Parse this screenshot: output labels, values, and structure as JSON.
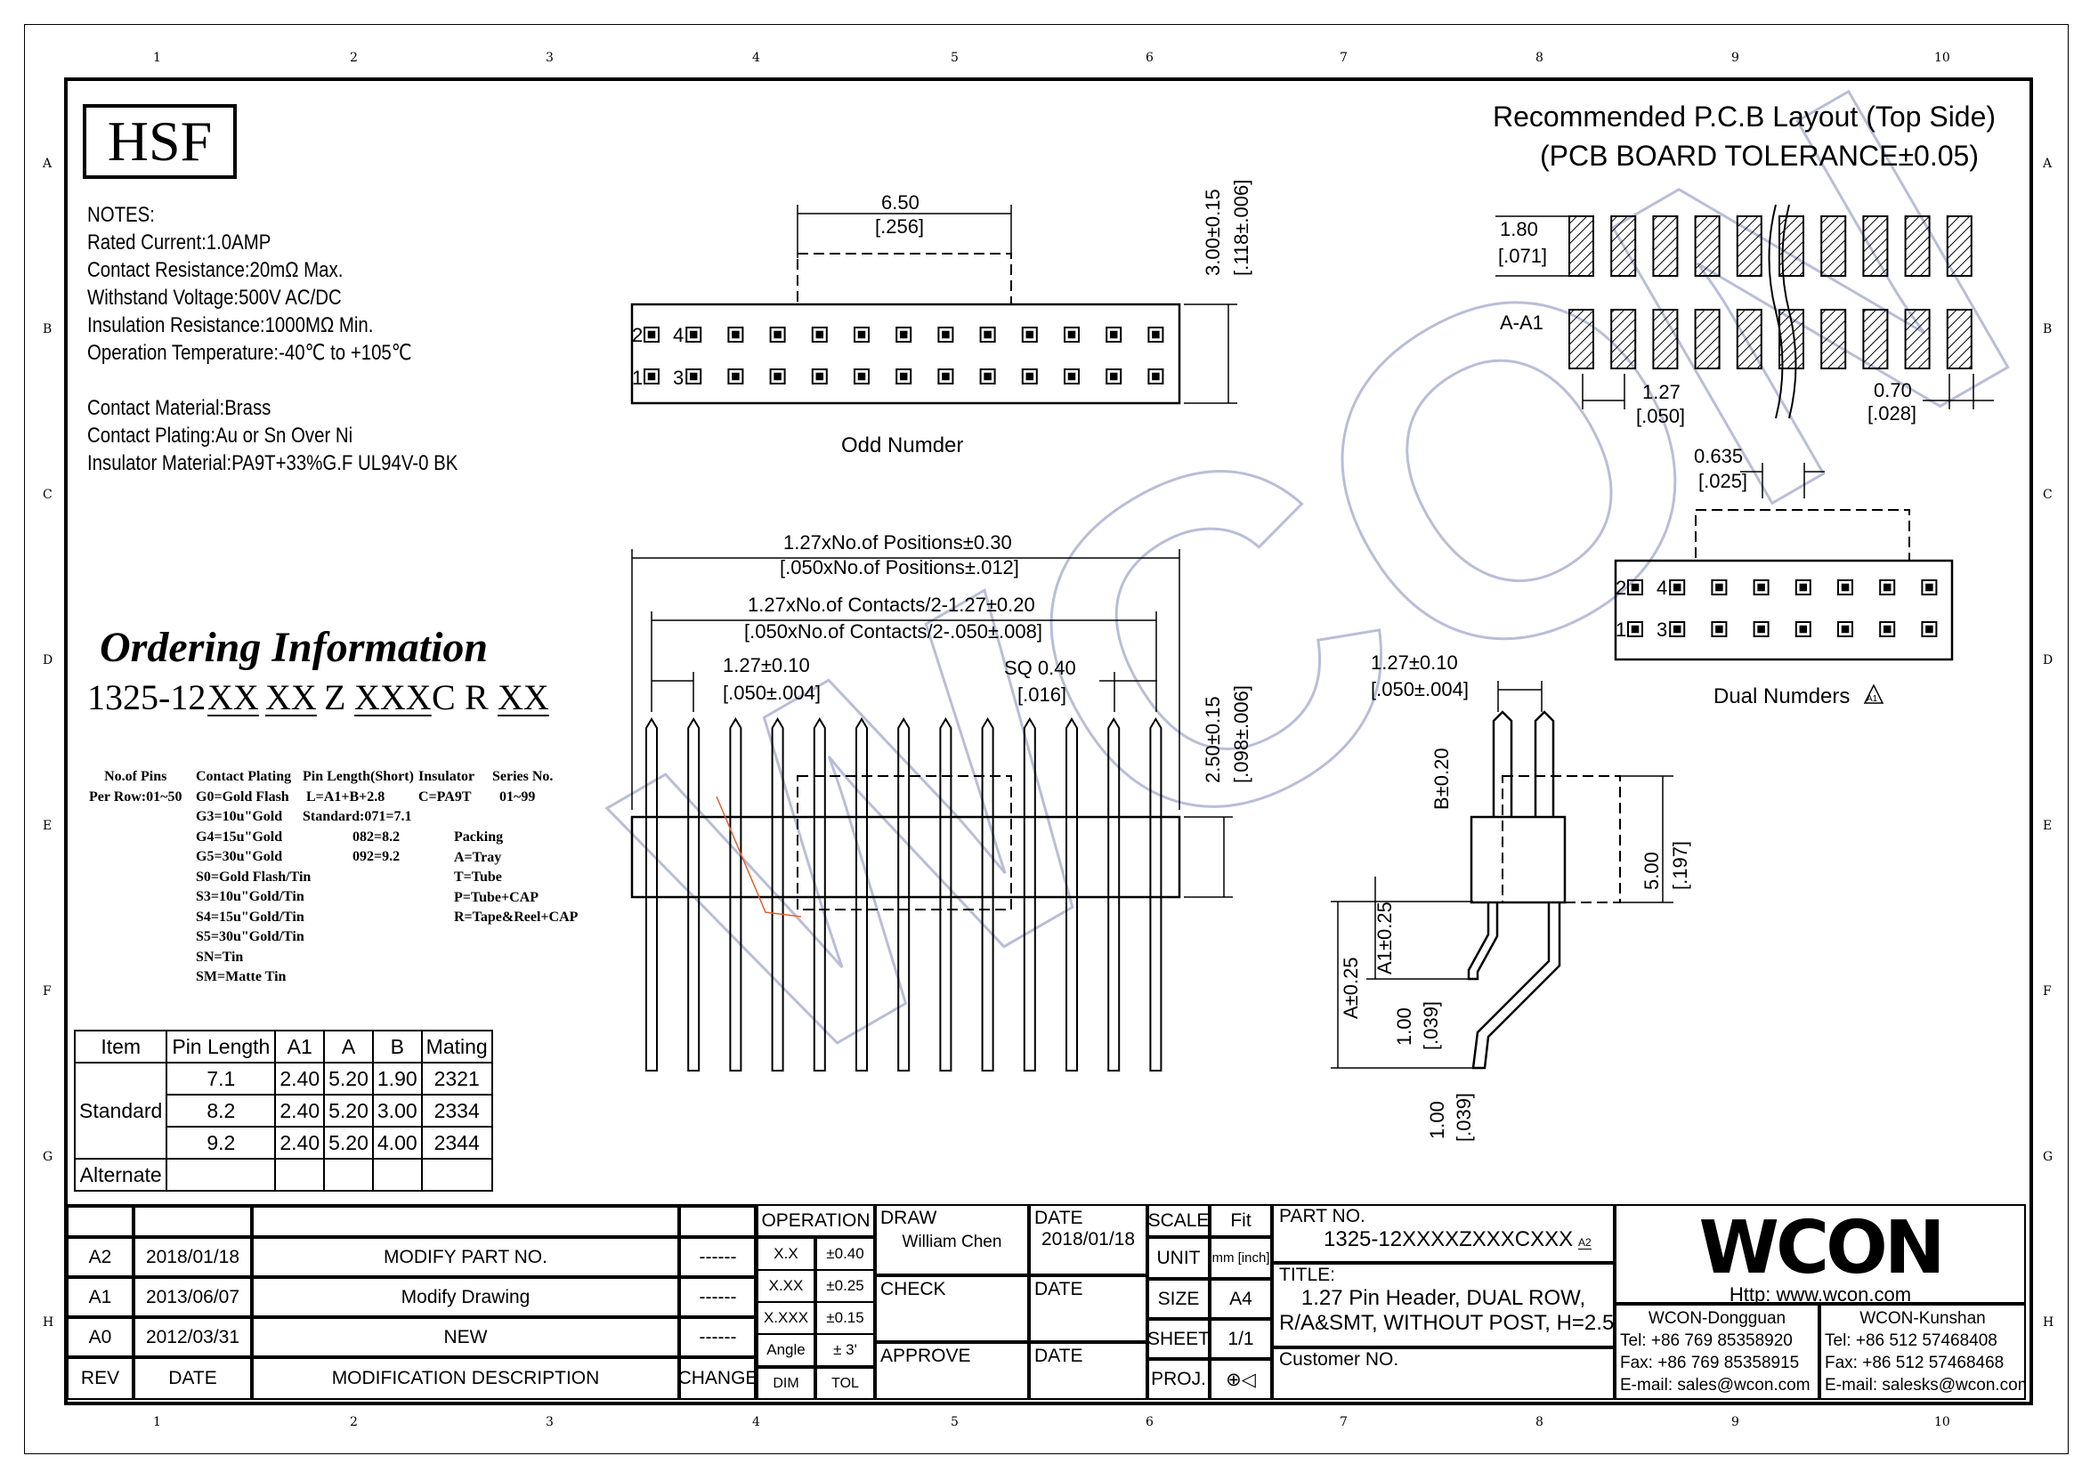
{
  "zones": {
    "columns": [
      "1",
      "2",
      "3",
      "4",
      "5",
      "6",
      "7",
      "8",
      "9",
      "10"
    ],
    "rows": [
      "A",
      "B",
      "C",
      "D",
      "E",
      "F",
      "G",
      "H"
    ]
  },
  "logo": "HSF",
  "notes": {
    "heading": "NOTES:",
    "lines": [
      "Rated Current:1.0AMP",
      "Contact Resistance:20mΩ Max.",
      "Withstand Voltage:500V AC/DC",
      "Insulation Resistance:1000MΩ Min.",
      "Operation Temperature:-40℃ to +105℃",
      "",
      "Contact Material:Brass",
      "Contact Plating:Au or Sn Over Ni",
      "Insulator Material:PA9T+33%G.F UL94V-0 BK"
    ]
  },
  "ordering": {
    "title": "Ordering Information",
    "code": [
      "1325-12",
      "XX",
      "XX",
      "Z",
      "XXX",
      "C",
      "R",
      "XX"
    ],
    "no_of_pins": "No.of Pins\nPer Row:01~50",
    "contact_plating": "Contact Plating\nG0=Gold Flash\nG3=10u\"Gold\nG4=15u\"Gold\nG5=30u\"Gold\nS0=Gold Flash/Tin\nS3=10u\"Gold/Tin\nS4=15u\"Gold/Tin\nS5=30u\"Gold/Tin\nSN=Tin\nSM=Matte Tin",
    "pin_length": "Pin Length(Short)\n L=A1+B+2.8\nStandard:071=7.1\n              082=8.2\n              092=9.2",
    "insulator": "Insulator\nC=PA9T",
    "series": "Series No.\n  01~99",
    "packing": "Packing\nA=Tray\nT=Tube\nP=Tube+CAP\nR=Tape&Reel+CAP"
  },
  "spec_table": {
    "headers": [
      "Item",
      "Pin Length",
      "A1",
      "A",
      "B",
      "Mating"
    ],
    "group_label": "Standard",
    "rows": [
      [
        "7.1",
        "2.40",
        "5.20",
        "1.90",
        "2321"
      ],
      [
        "8.2",
        "2.40",
        "5.20",
        "3.00",
        "2334"
      ],
      [
        "9.2",
        "2.40",
        "5.20",
        "4.00",
        "2344"
      ]
    ],
    "alternate_label": "Alternate"
  },
  "drawing": {
    "odd": {
      "dim_w": "6.50",
      "dim_w_in": "[.256]",
      "dim_h": "3.00±0.15",
      "dim_h_in": "[.118±.006]",
      "label": "Odd Numder",
      "pin2": "2",
      "pin4": "4",
      "pin1": "1",
      "pin3": "3"
    },
    "front": {
      "d1": "1.27xNo.of Positions±0.30",
      "d1_in": "[.050xNo.of Positions±.012]",
      "d2": "1.27xNo.of Contacts/2-1.27±0.20",
      "d2_in": "[.050xNo.of Contacts/2-.050±.008]",
      "pitch": "1.27±0.10",
      "pitch_in": "[.050±.004]",
      "sq": "SQ 0.40",
      "sq_in": "[.016]",
      "h": "2.50±0.15",
      "h_in": "[.098±.006]"
    },
    "pcb": {
      "title1": "Recommended P.C.B Layout (Top Side)",
      "title2": "(PCB BOARD TOLERANCE±0.05)",
      "pad_h": "1.80",
      "pad_h_in": "[.071]",
      "aa1": "A-A1",
      "pitch": "1.27",
      "pitch_in": "[.050]",
      "pad_w": "0.70",
      "pad_w_in": "[.028]"
    },
    "dual": {
      "offset": "0.635",
      "offset_in": "[.025]",
      "label": "Dual Numders",
      "rev": "A1",
      "pin2": "2",
      "pin4": "4",
      "pin1": "1",
      "pin3": "3"
    },
    "side": {
      "pitch": "1.27±0.10",
      "pitch_in": "[.050±.004]",
      "b": "B±0.20",
      "h": "5.00",
      "h_in": "[.197]",
      "a": "A±0.25",
      "a1": "A1±0.25",
      "t1": "1.00",
      "t1_in": "[.039]",
      "t2": "1.00",
      "t2_in": "[.039]"
    },
    "watermark": "WCON"
  },
  "title_block": {
    "revisions": [
      {
        "rev": "A2",
        "date": "2018/01/18",
        "desc": "MODIFY PART NO.",
        "change": "------"
      },
      {
        "rev": "A1",
        "date": "2013/06/07",
        "desc": "Modify Drawing",
        "change": "------"
      },
      {
        "rev": "A0",
        "date": "2012/03/31",
        "desc": "NEW",
        "change": "------"
      }
    ],
    "headers": {
      "rev": "REV",
      "date": "DATE",
      "desc": "MODIFICATION DESCRIPTION",
      "change": "CHANGE"
    },
    "operation": "OPERATION",
    "tolerances": [
      [
        "X.X",
        "±0.40"
      ],
      [
        "X.XX",
        "±0.25"
      ],
      [
        "X.XXX",
        "±0.15"
      ],
      [
        "Angle",
        "± 3'"
      ]
    ],
    "dim": "DIM",
    "tol": "TOL",
    "draw": "DRAW",
    "drawer": "William Chen",
    "date_label": "DATE",
    "draw_date": "2018/01/18",
    "check": "CHECK",
    "approve": "APPROVE",
    "scale": "SCALE",
    "scale_val": "Fit",
    "unit": "UNIT",
    "unit_val": "mm [inch]",
    "size": "SIZE",
    "size_val": "A4",
    "sheet": "SHEET",
    "sheet_val": "1/1",
    "proj": "PROJ.",
    "part_no_label": "PART NO.",
    "part_no": "1325-12XXXXZXXXCXXX",
    "part_rev": "A2",
    "title_label": "TITLE:",
    "title_line1": "1.27 Pin Header, DUAL ROW,",
    "title_line2": "R/A&SMT, WITHOUT POST, H=2.5",
    "customer_label": "Customer NO.",
    "company": "WCON",
    "website": "Http:  www.wcon.com",
    "offices": [
      {
        "name": "WCON-Dongguan",
        "tel": "Tel: +86 769 85358920",
        "fax": "Fax: +86 769 85358915",
        "email": "E-mail: sales@wcon.com"
      },
      {
        "name": "WCON-Kunshan",
        "tel": "Tel: +86 512 57468408",
        "fax": "Fax: +86 512 57468468",
        "email": "E-mail: salesks@wcon.com"
      }
    ]
  }
}
